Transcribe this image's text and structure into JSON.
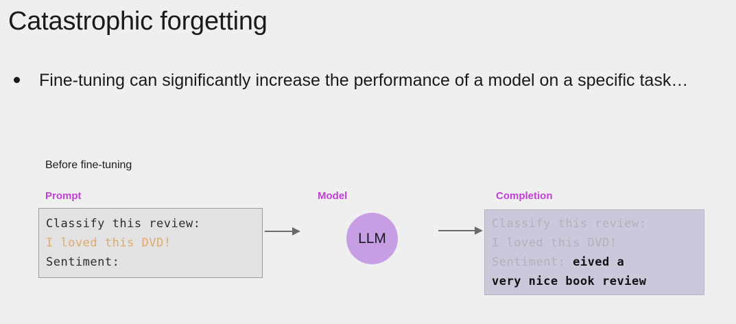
{
  "slide": {
    "title": "Catastrophic forgetting",
    "background_color": "#efefef",
    "bullets": [
      "Fine-tuning can significantly increase the performance of a model on a specific task…"
    ],
    "section_caption": "Before fine-tuning"
  },
  "accent_colors": {
    "label_magenta": "#c13fd6",
    "model_purple": "#c79de3",
    "prompt_highlight_tan": "#dfa96a",
    "completion_fill": "#ccc8dc",
    "completion_echo_gray": "#b2b0bb",
    "prompt_fill": "#e2e2e2",
    "arrow_gray": "#6b6b6b"
  },
  "diagram": {
    "prompt": {
      "label": "Prompt",
      "lines": [
        {
          "text": "Classify this review:",
          "style": "plain"
        },
        {
          "text": "I loved this DVD!",
          "style": "highlight"
        },
        {
          "text": "Sentiment:",
          "style": "plain"
        }
      ]
    },
    "model": {
      "label": "Model",
      "node_text": "LLM"
    },
    "completion": {
      "label": "Completion",
      "echo_lines": [
        "Classify this review:",
        "I loved this DVD!"
      ],
      "mixed_line": {
        "echo": "Sentiment: ",
        "generated": "eived a"
      },
      "generated_line": "very nice book review"
    },
    "arrows": [
      {
        "name": "prompt-to-model",
        "direction": "right"
      },
      {
        "name": "model-to-completion",
        "direction": "right"
      }
    ]
  }
}
